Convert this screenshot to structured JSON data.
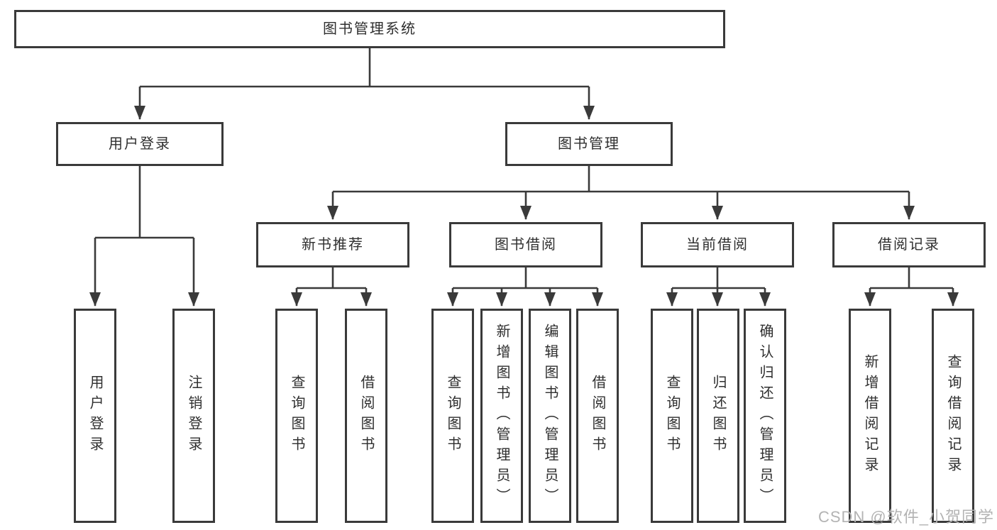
{
  "colors": {
    "line": "#3a3a3a",
    "text": "#2f2f2f",
    "background": "#ffffff",
    "watermark": "#b3b3b3"
  },
  "watermark": "CSDN @软件_小贺同学",
  "tree": {
    "root": {
      "label": "图书管理系统",
      "children": [
        {
          "label": "用户登录",
          "children": [
            {
              "label": "用户登录"
            },
            {
              "label": "注销登录"
            }
          ]
        },
        {
          "label": "图书管理",
          "children": [
            {
              "label": "新书推荐",
              "children": [
                {
                  "label": "查询图书"
                },
                {
                  "label": "借阅图书"
                }
              ]
            },
            {
              "label": "图书借阅",
              "children": [
                {
                  "label": "查询图书"
                },
                {
                  "label": "新增图书（管理员）"
                },
                {
                  "label": "编辑图书（管理员）"
                },
                {
                  "label": "借阅图书"
                }
              ]
            },
            {
              "label": "当前借阅",
              "children": [
                {
                  "label": "查询图书"
                },
                {
                  "label": "归还图书"
                },
                {
                  "label": "确认归还（管理员）"
                }
              ]
            },
            {
              "label": "借阅记录",
              "children": [
                {
                  "label": "新增借阅记录"
                },
                {
                  "label": "查询借阅记录"
                }
              ]
            }
          ]
        }
      ]
    }
  }
}
